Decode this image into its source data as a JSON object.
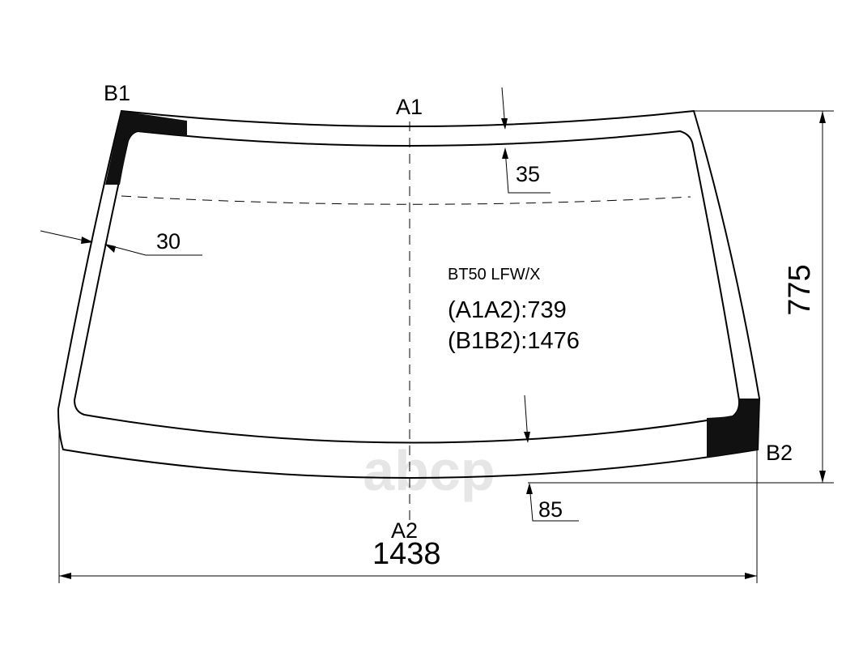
{
  "points": {
    "b1": "B1",
    "a1": "A1",
    "a2": "A2",
    "b2": "B2"
  },
  "dimensions": {
    "top_band": "35",
    "side_band": "30",
    "bottom_band": "85",
    "height": "775",
    "width": "1438"
  },
  "spec": {
    "model": "BT50 LFW/X",
    "a1a2": "(A1A2):739",
    "b1b2": "(B1B2):1476"
  },
  "watermark": "abcp",
  "colors": {
    "line": "#000000",
    "fill_dark": "#111111",
    "background": "#ffffff",
    "watermark": "#e6e6e6"
  }
}
